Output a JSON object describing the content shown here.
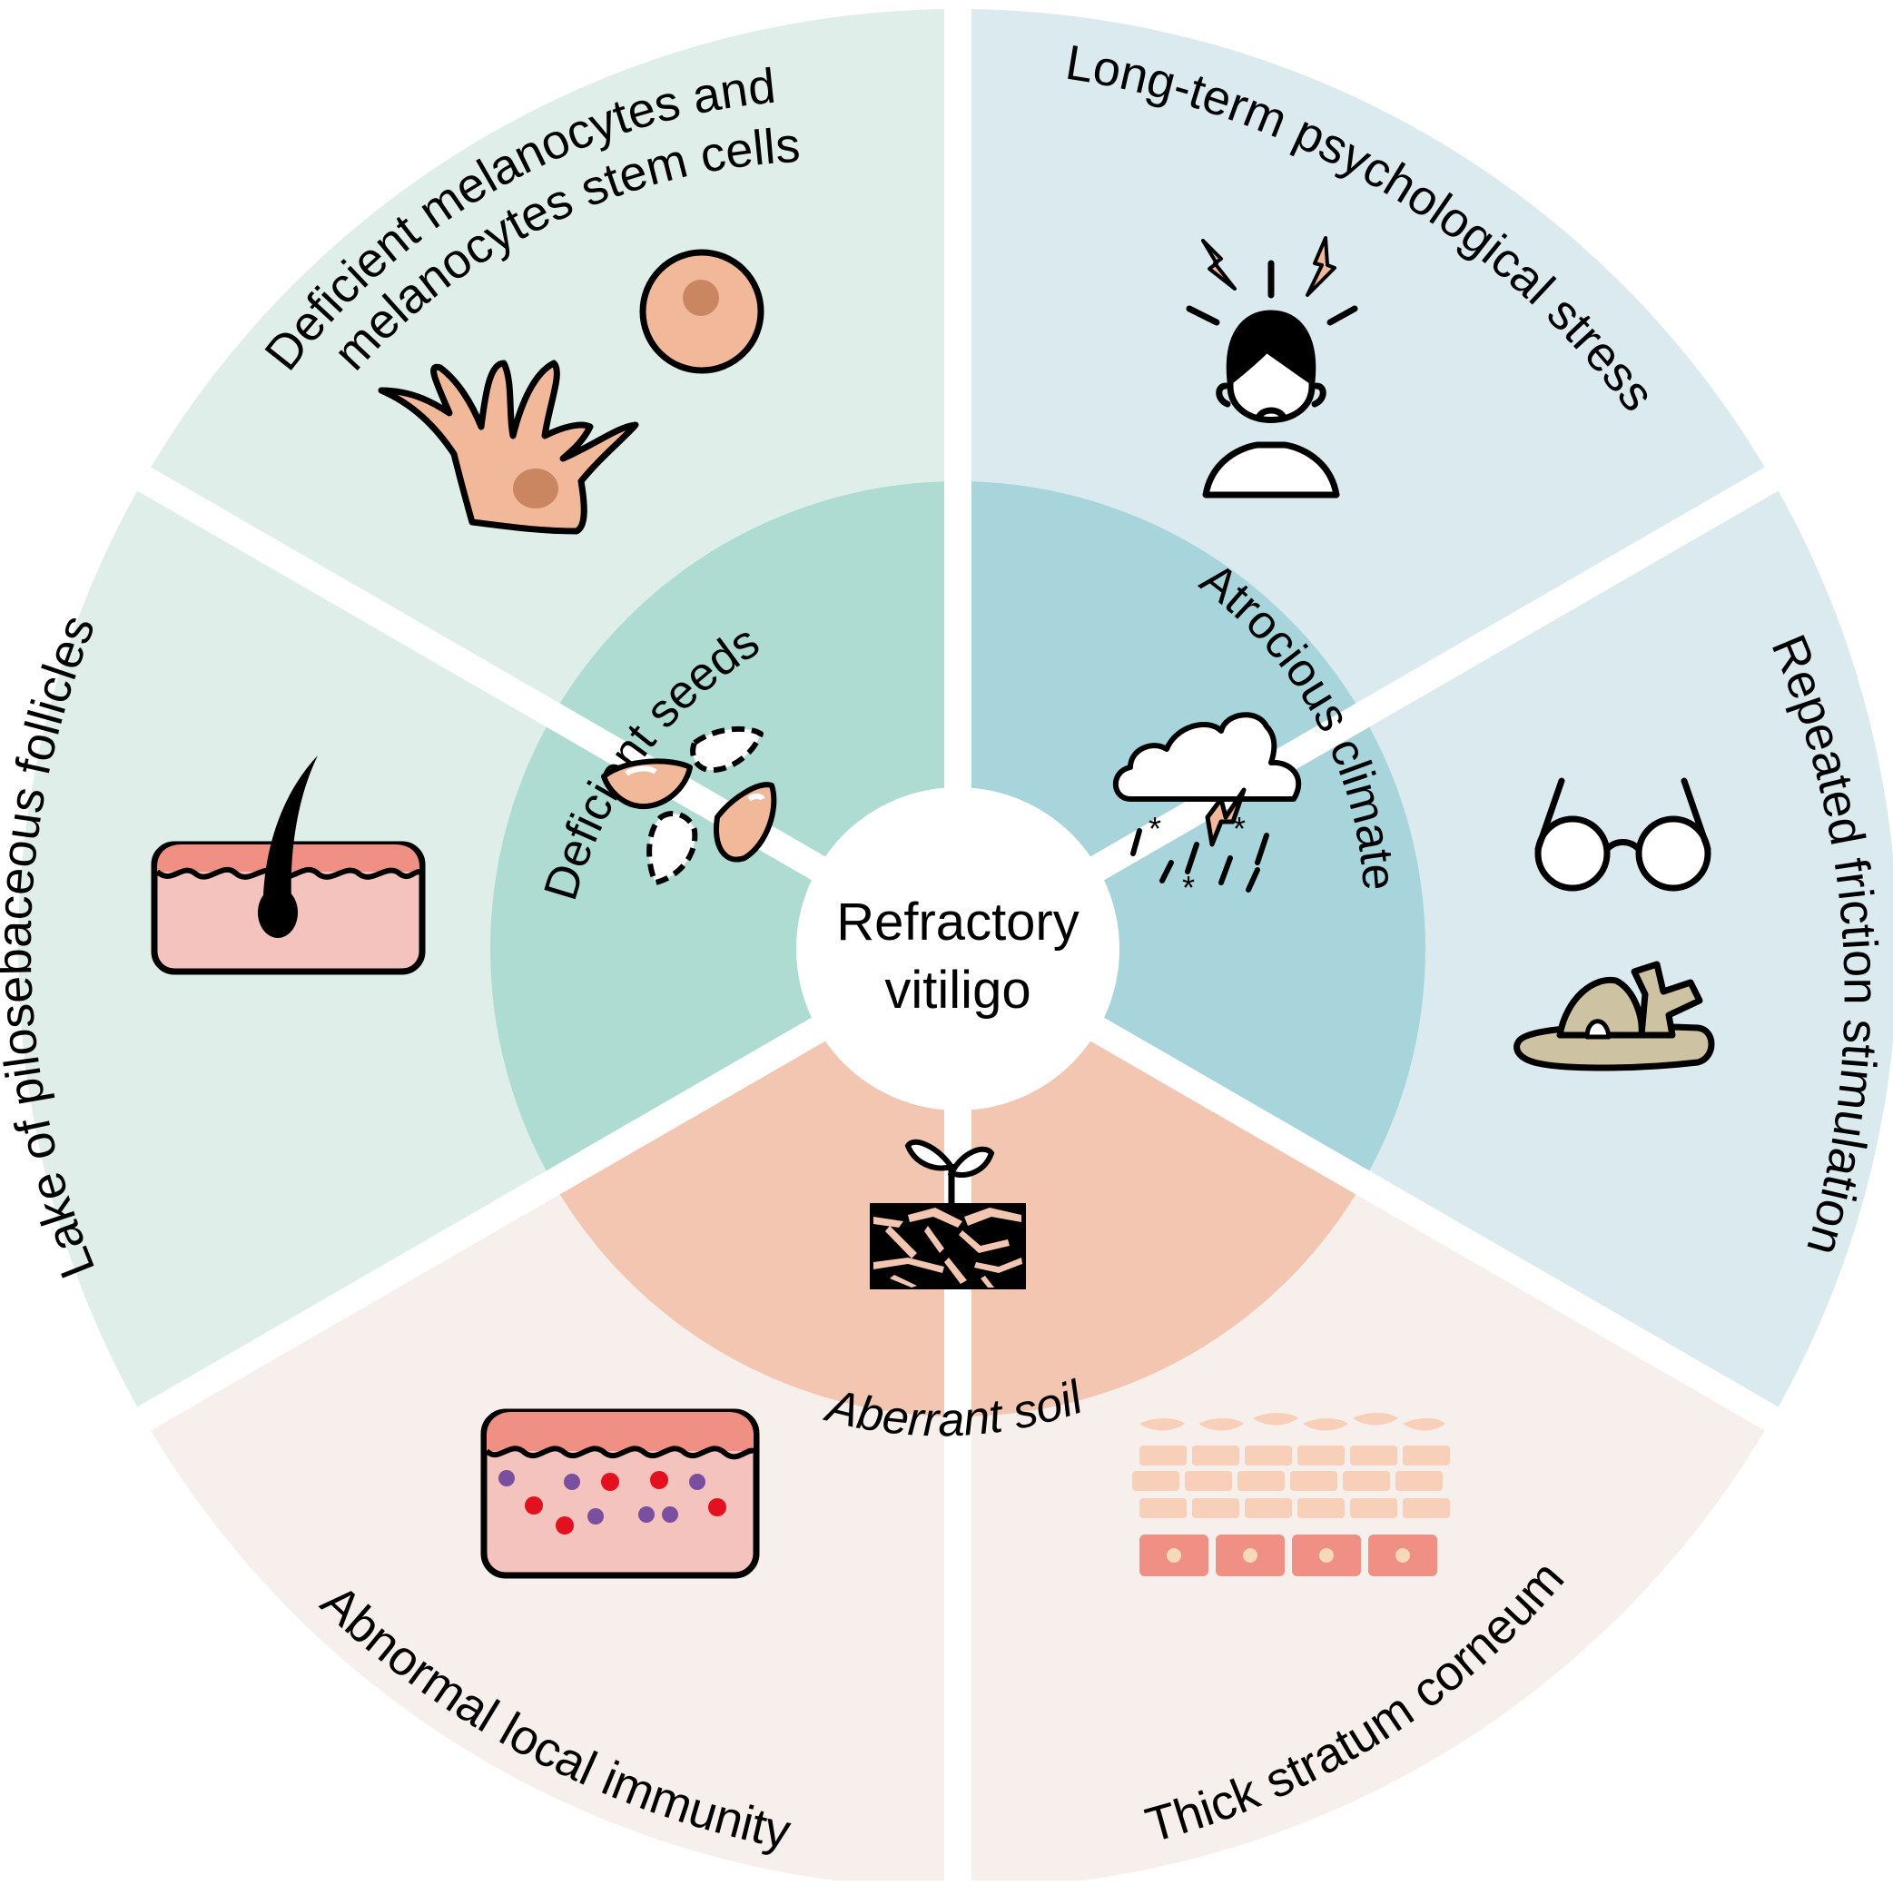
{
  "center": {
    "line1": "Refractory",
    "line2": "vitiligo"
  },
  "inner": {
    "seeds": "Deficient seeds",
    "climate": "Atrocious climate",
    "soil": "Aberrant soil"
  },
  "outer": {
    "melanocytes_line1": "Deficient melanocytes and",
    "melanocytes_line2": "melanocytes stem cells",
    "stress": "Long-term psychological stress",
    "friction": "Repeated friction stimulation",
    "stratum": "Thick stratum corneum",
    "immunity": "Abnormal local immunity",
    "follicles": "Lake of pilosebaceous follicles"
  },
  "colors": {
    "green_outer": "#dfeee8",
    "green_inner": "#afdcd2",
    "blue_outer": "#daeaee",
    "blue_inner": "#a8d5dc",
    "peach_outer": "#f6efeb",
    "peach_inner": "#f2c6b0",
    "skin_pink": "#f4c3bd",
    "skin_top": "#f08f84",
    "cell_fill": "#f2b89a",
    "nucleus": "#c98660",
    "sandal": "#cdc2a2",
    "bolt": "#f2b89a"
  }
}
